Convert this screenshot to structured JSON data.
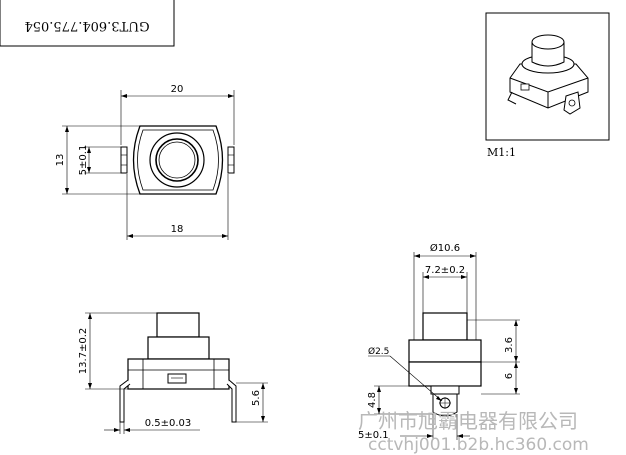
{
  "part_code": "GUT3.604.775.054",
  "scale_label": "M1:1",
  "top_view": {
    "width_overall": "20",
    "width_body": "18",
    "height_overall": "13",
    "height_tab": "5±0.1"
  },
  "front_view": {
    "height_total": "13.7±0.2",
    "lead_height": "5.6",
    "lead_thickness": "0.5±0.03"
  },
  "side_view": {
    "dia_body": "Ø10.6",
    "dia_button": "7.2±0.2",
    "button_height": "3.6",
    "body_height": "6",
    "hole_dia": "Ø2.5",
    "lead_offset": "4.8",
    "lead_width": "5±0.1"
  },
  "watermark": {
    "line1": "广州市旭霸电器有限公司",
    "line2": "cctvhj001.b2b.hc360.com"
  }
}
